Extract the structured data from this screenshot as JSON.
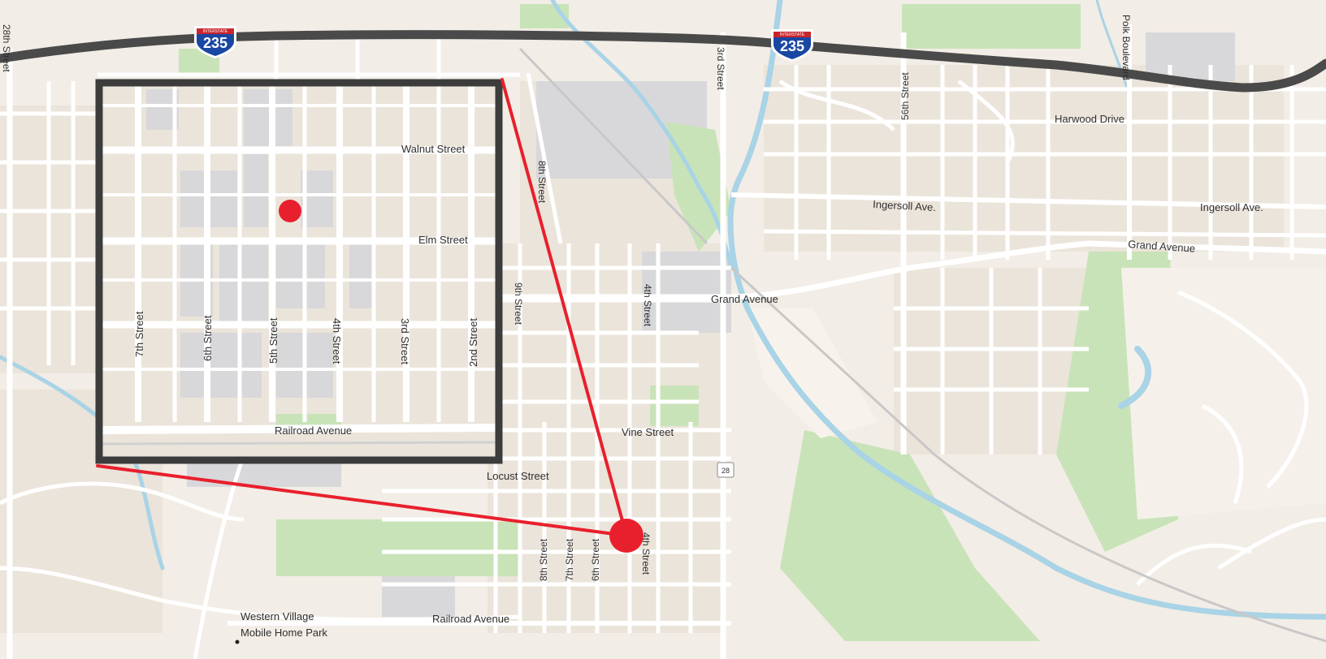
{
  "map": {
    "colors": {
      "land": "#f2ede6",
      "block": "#ebe4da",
      "road": "#ffffff",
      "industrial": "#d8d8da",
      "park": "#c9e3b8",
      "water": "#a9d3e6",
      "highway": "#4a4a4a",
      "marker": "#e8202d",
      "inset_border": "#3c3c3c"
    },
    "interstate_shields": [
      {
        "number": "235",
        "label": "INTERSTATE"
      },
      {
        "number": "235",
        "label": "INTERSTATE"
      }
    ],
    "route_shield": {
      "number": "28"
    },
    "main_labels": {
      "st_28th": "28th Street",
      "st_8th": "8th Street",
      "st_3rd": "3rd Street",
      "st_56th": "56th Street",
      "polk": "Polk Boulevard",
      "harwood": "Harwood Drive",
      "ingersoll_1": "Ingersoll Ave.",
      "ingersoll_2": "Ingersoll Ave.",
      "grand_1": "Grand Avenue",
      "grand_2": "Grand Avenue",
      "st_9th": "9th Street",
      "st_4th_upper": "4th Street",
      "vine": "Vine Street",
      "locust": "Locust Street",
      "st_8th_low": "8th Street",
      "st_7th_low": "7th Street",
      "st_6th_low": "6th Street",
      "st_4th_low": "4th Street",
      "railroad": "Railroad Avenue",
      "western_village": "Western Village",
      "mobile_home": "Mobile Home Park"
    },
    "inset_labels": {
      "walnut": "Walnut Street",
      "elm": "Elm Street",
      "st_7th": "7th Street",
      "st_6th": "6th Street",
      "st_5th": "5th Street",
      "st_4th": "4th Street",
      "st_3rd": "3rd Street",
      "st_2nd": "2nd Street",
      "railroad": "Railroad Avenue"
    }
  }
}
